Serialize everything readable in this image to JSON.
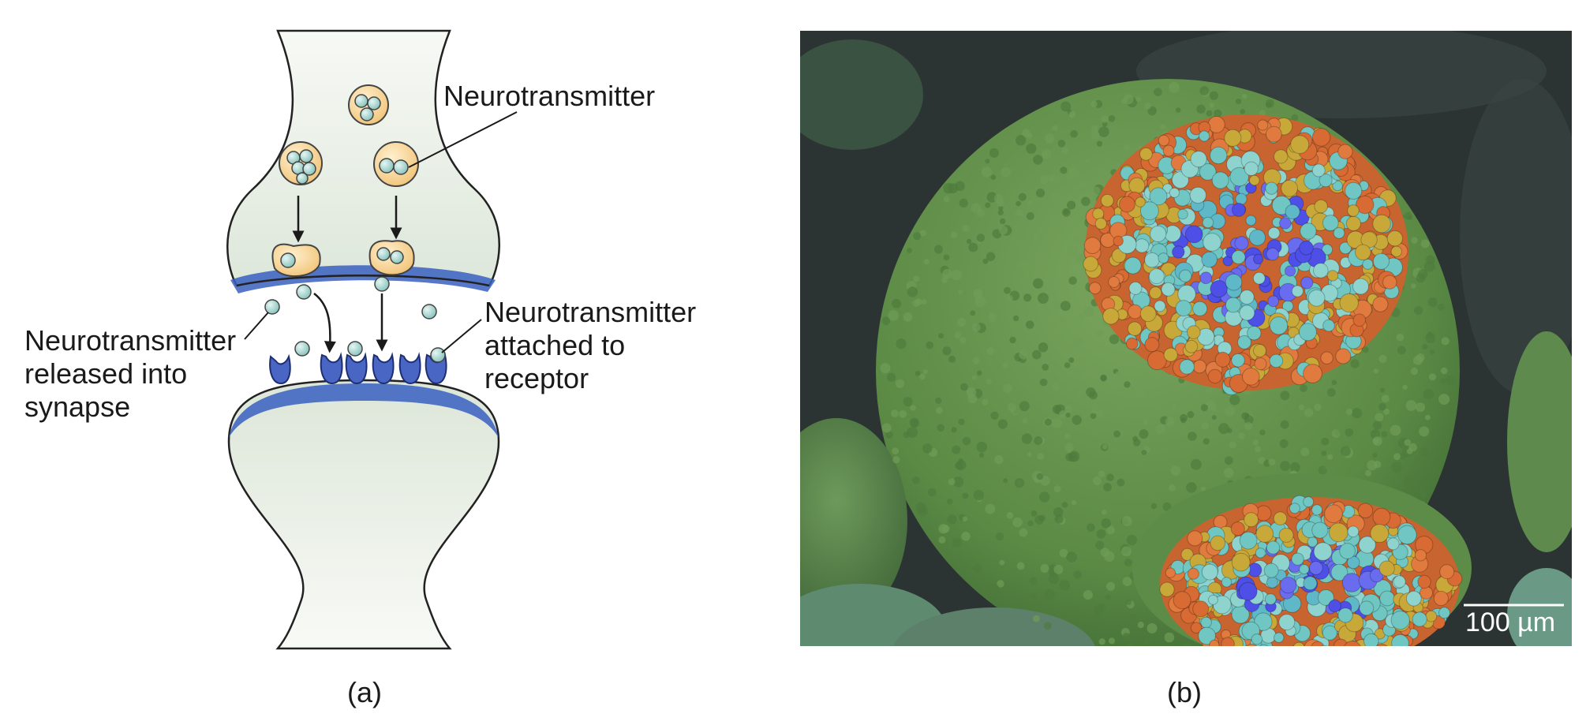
{
  "panel_a": {
    "caption": "(a)",
    "labels": {
      "neurotransmitter": "Neurotransmitter",
      "released_line1": "Neurotransmitter",
      "released_line2": "released into",
      "released_line3": "synapse",
      "attached_line1": "Neurotransmitter",
      "attached_line2": "attached to",
      "attached_line3": "receptor"
    },
    "colors": {
      "axon_fill": "#e9efe6",
      "membrane_blue": "#3a5fbf",
      "vesicle_fill": "#f6cf8a",
      "molecule_fill": "#a9d8d2"
    }
  },
  "panel_b": {
    "caption": "(b)",
    "scale_bar": "100 µm",
    "colors": {
      "background": "#2b3432",
      "cell_green": "#5e8f4a",
      "orange": "#d86a33",
      "teal": "#6fc6c2",
      "blue": "#4d4fe6"
    }
  }
}
